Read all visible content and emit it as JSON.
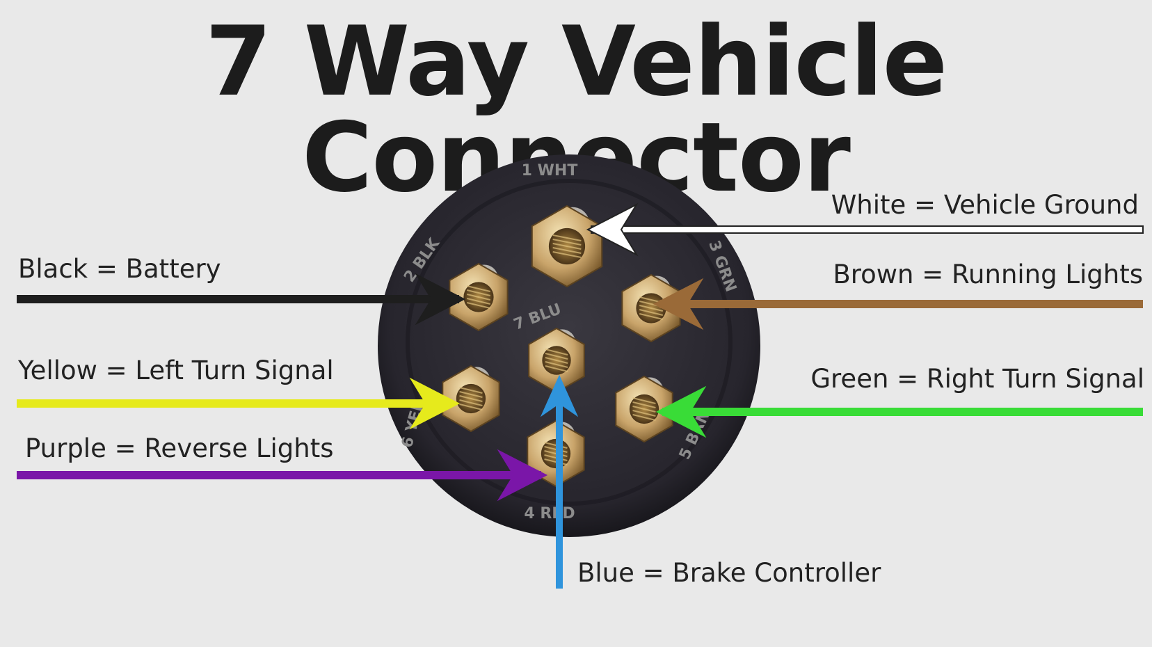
{
  "title": "7 Way Vehicle Connector",
  "connector": {
    "body_color": "#27252d",
    "nut_color": "#c9a46a",
    "pin_labels": [
      "1 WHT",
      "2 BLK",
      "3 GRN",
      "4 RED",
      "5 BRN",
      "6 YEL",
      "7 BLU"
    ]
  },
  "wires": [
    {
      "id": "white",
      "label": "White = Vehicle Ground",
      "color": "#ffffff",
      "outline": "#222222"
    },
    {
      "id": "black",
      "label": "Black = Battery",
      "color": "#1e1e1e"
    },
    {
      "id": "brown",
      "label": "Brown = Running Lights",
      "color": "#9a6a38"
    },
    {
      "id": "yellow",
      "label": "Yellow = Left Turn Signal",
      "color": "#e6ea1c"
    },
    {
      "id": "green",
      "label": "Green = Right Turn Signal",
      "color": "#39dc37"
    },
    {
      "id": "purple",
      "label": "Purple = Reverse Lights",
      "color": "#7a16a8"
    },
    {
      "id": "blue",
      "label": "Blue = Brake Controller",
      "color": "#2f94dc"
    }
  ]
}
